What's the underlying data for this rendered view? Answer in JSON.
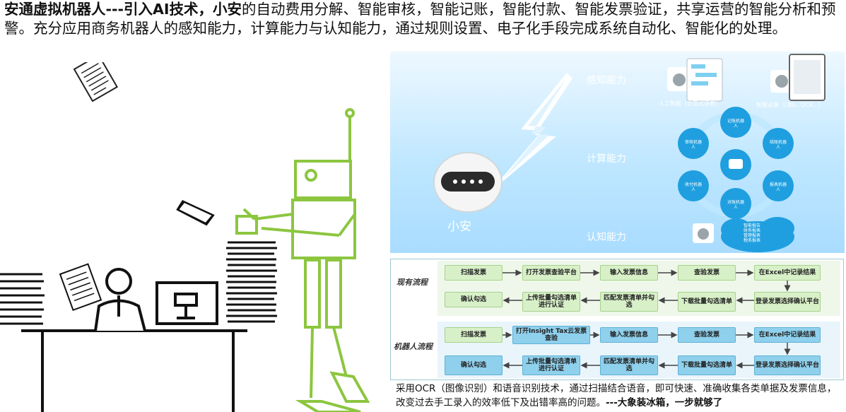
{
  "headline": {
    "bold_part": "安通虚拟机器人---引入AI技术，小安",
    "text_part": "的自动费用分解、智能审核，智能记账，智能付款、智能发票验证，共享运营的智能分析和预警。充分应用商务机器人的感知能力，计算能力与认知能力，通过规则设置、电子化手段完成系统自动化、智能化的处理。"
  },
  "capabilities": {
    "perception": "感知能力",
    "computation": "计算能力",
    "cognition": "认知能力",
    "robot_name": "小安",
    "ai_label": "人工智能（交互式语音）",
    "device_label": "智能设备（LBS，OCR...）",
    "robots": [
      "记账机器人",
      "结账机器人",
      "报表机器人",
      "对账机器人",
      "收付机器人",
      "审核机器人"
    ],
    "cloud_lines": [
      "智能报告",
      "财务报表",
      "管理报表",
      "税务报表"
    ]
  },
  "flow": {
    "current_label": "现有流程",
    "robot_label": "机器人流程",
    "current_row1": [
      "扫描发票",
      "打开发票查验平台",
      "输入发票信息",
      "查验发票",
      "在Excel中记录结果"
    ],
    "current_row2": [
      "确认勾选",
      "上传批量勾选清单进行认证",
      "匹配发票清单并勾选",
      "下载批量勾选清单",
      "登录发票选择确认平台"
    ],
    "robot_row1": [
      "扫描发票",
      "打开Insight Tax云发票查验",
      "输入发票信息",
      "查验发票",
      "在Excel中记录结果"
    ],
    "robot_row2": [
      "确认勾选",
      "上传批量勾选清单进行认证",
      "匹配发票清单并勾选",
      "下载批量勾选清单",
      "登录发票选择确认平台"
    ]
  },
  "caption": {
    "text": "采用OCR（图像识别）和语音识别技术，通过扫描结合语音，即可快速、准确收集各类单据及发票信息，改变过去手工录入的效率低下及出错率高的问题。",
    "bold": "---大象装冰箱，一步就够了"
  },
  "colors": {
    "robot_green": "#8cc63f",
    "flow_green": "#d8f0c8",
    "flow_blue": "#8fd0ec",
    "panel_blue": "#bfe7ff"
  }
}
